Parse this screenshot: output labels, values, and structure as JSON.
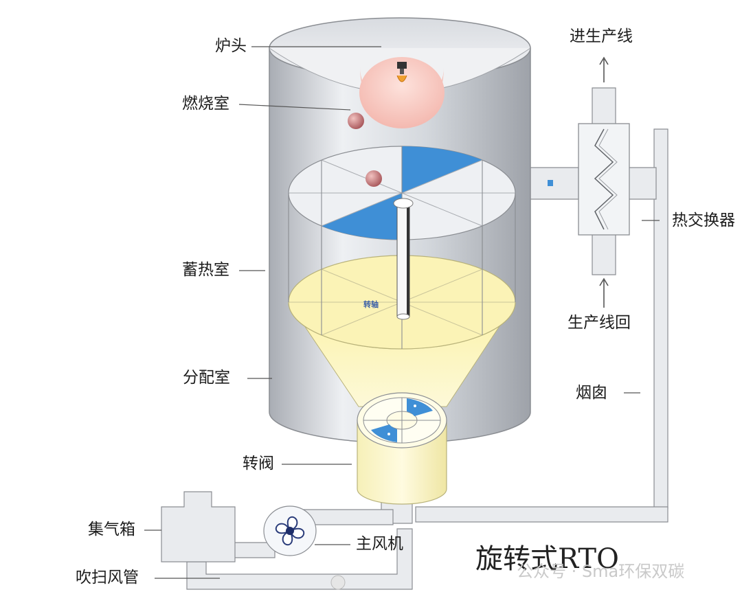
{
  "labels": {
    "burner": "炉头",
    "combustion_chamber": "燃烧室",
    "regen_chamber": "蓄热室",
    "distribution_chamber": "分配室",
    "rotary_valve": "转阀",
    "gas_box": "集气箱",
    "purge_duct": "吹扫风管",
    "main_fan": "主风机",
    "to_production": "进生产线",
    "heat_exchanger": "热交换器",
    "from_production": "生产线回",
    "chimney": "烟囱",
    "shaft_text": "转轴"
  },
  "title": "旋转式RTO",
  "watermark": "公众号 · Sma环保双碳",
  "colors": {
    "cylinder": "#c9cdd3",
    "burner_glow": "#f6c8c0",
    "sector_blue": "#3f8fd6",
    "funnel_yellow": "#fbf3b0",
    "duct": "#e9ebee",
    "line": "#707070"
  }
}
